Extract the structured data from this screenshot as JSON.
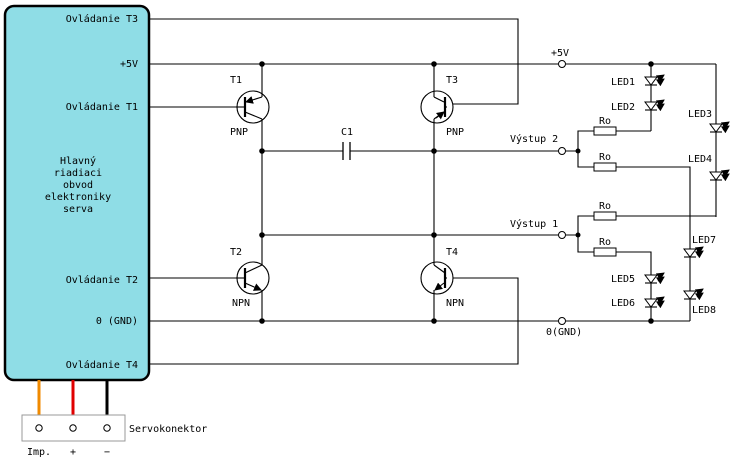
{
  "controller": {
    "title_lines": [
      "Hlavný",
      "riadiaci",
      "obvod",
      "elektroniky",
      "serva"
    ],
    "pins": {
      "ctrl_t3": "Ovládanie T3",
      "vcc": "+5V",
      "ctrl_t1": "Ovládanie T1",
      "ctrl_t2": "Ovládanie T2",
      "gnd": "0 (GND)",
      "ctrl_t4": "Ovládanie T4"
    },
    "fill_color": "#8fdde6",
    "border_color": "#000000"
  },
  "transistors": {
    "t1": {
      "name": "T1",
      "type": "PNP"
    },
    "t2": {
      "name": "T2",
      "type": "NPN"
    },
    "t3": {
      "name": "T3",
      "type": "PNP"
    },
    "t4": {
      "name": "T4",
      "type": "NPN"
    }
  },
  "capacitor": "C1",
  "rails": {
    "vcc": "+5V",
    "gnd": "0(GND)"
  },
  "outputs": {
    "out2": "Výstup 2",
    "out1": "Výstup 1"
  },
  "resistors": [
    "Ro",
    "Ro",
    "Ro",
    "Ro"
  ],
  "leds": [
    "LED1",
    "LED2",
    "LED3",
    "LED4",
    "LED5",
    "LED6",
    "LED7",
    "LED8"
  ],
  "servo": {
    "label": "Servokonektor",
    "pins": [
      "Imp.",
      "+",
      "−"
    ],
    "wire_colors": [
      "#f08a00",
      "#e00000",
      "#000000"
    ]
  }
}
